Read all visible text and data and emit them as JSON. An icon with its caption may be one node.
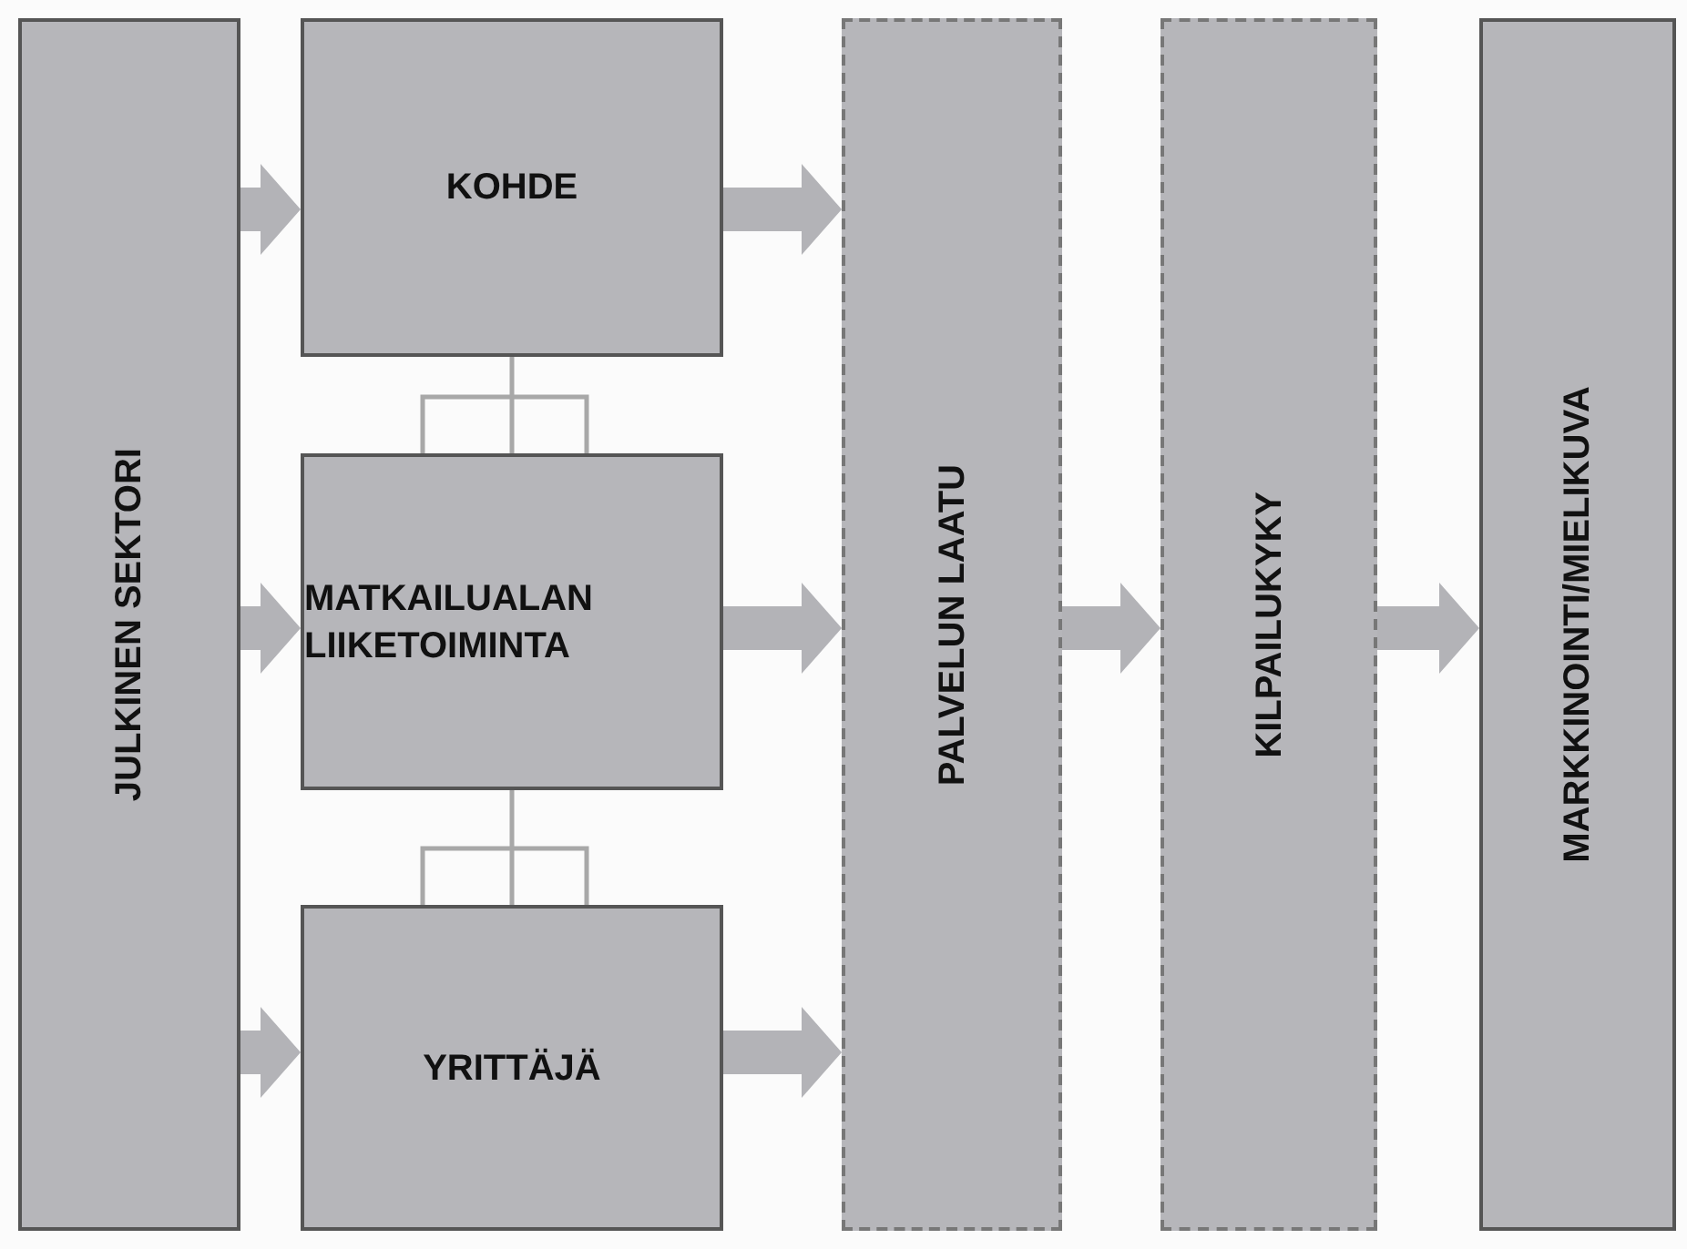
{
  "diagram": {
    "nodes": [
      {
        "text": [
          "JULKINEN SEKTORI"
        ]
      },
      {
        "text": [
          "KOHDE"
        ]
      },
      {
        "text": [
          "MATKAILUALAN LIIKETOIMINTA"
        ]
      },
      {
        "text": [
          "YRITTÄJÄ"
        ]
      },
      {
        "text": [
          "PALVELUN LAATU"
        ]
      },
      {
        "text": [
          "KILPAILUKYKY"
        ]
      },
      {
        "text": [
          "MARKKINOINTI/MIELIKUVA"
        ]
      }
    ],
    "edges": [
      {
        "from": 0,
        "to": 1,
        "arrow": "to"
      },
      {
        "from": 0,
        "to": 2,
        "arrow": "to"
      },
      {
        "from": 0,
        "to": 3,
        "arrow": "to"
      },
      {
        "from": 1,
        "to": 2,
        "arrow": "none"
      },
      {
        "from": 2,
        "to": 3,
        "arrow": "none"
      },
      {
        "from": 1,
        "to": 4,
        "arrow": "to"
      },
      {
        "from": 2,
        "to": 4,
        "arrow": "to"
      },
      {
        "from": 3,
        "to": 4,
        "arrow": "to"
      },
      {
        "from": 4,
        "to": 5,
        "arrow": "to"
      },
      {
        "from": 5,
        "to": 6,
        "arrow": "to"
      }
    ]
  }
}
